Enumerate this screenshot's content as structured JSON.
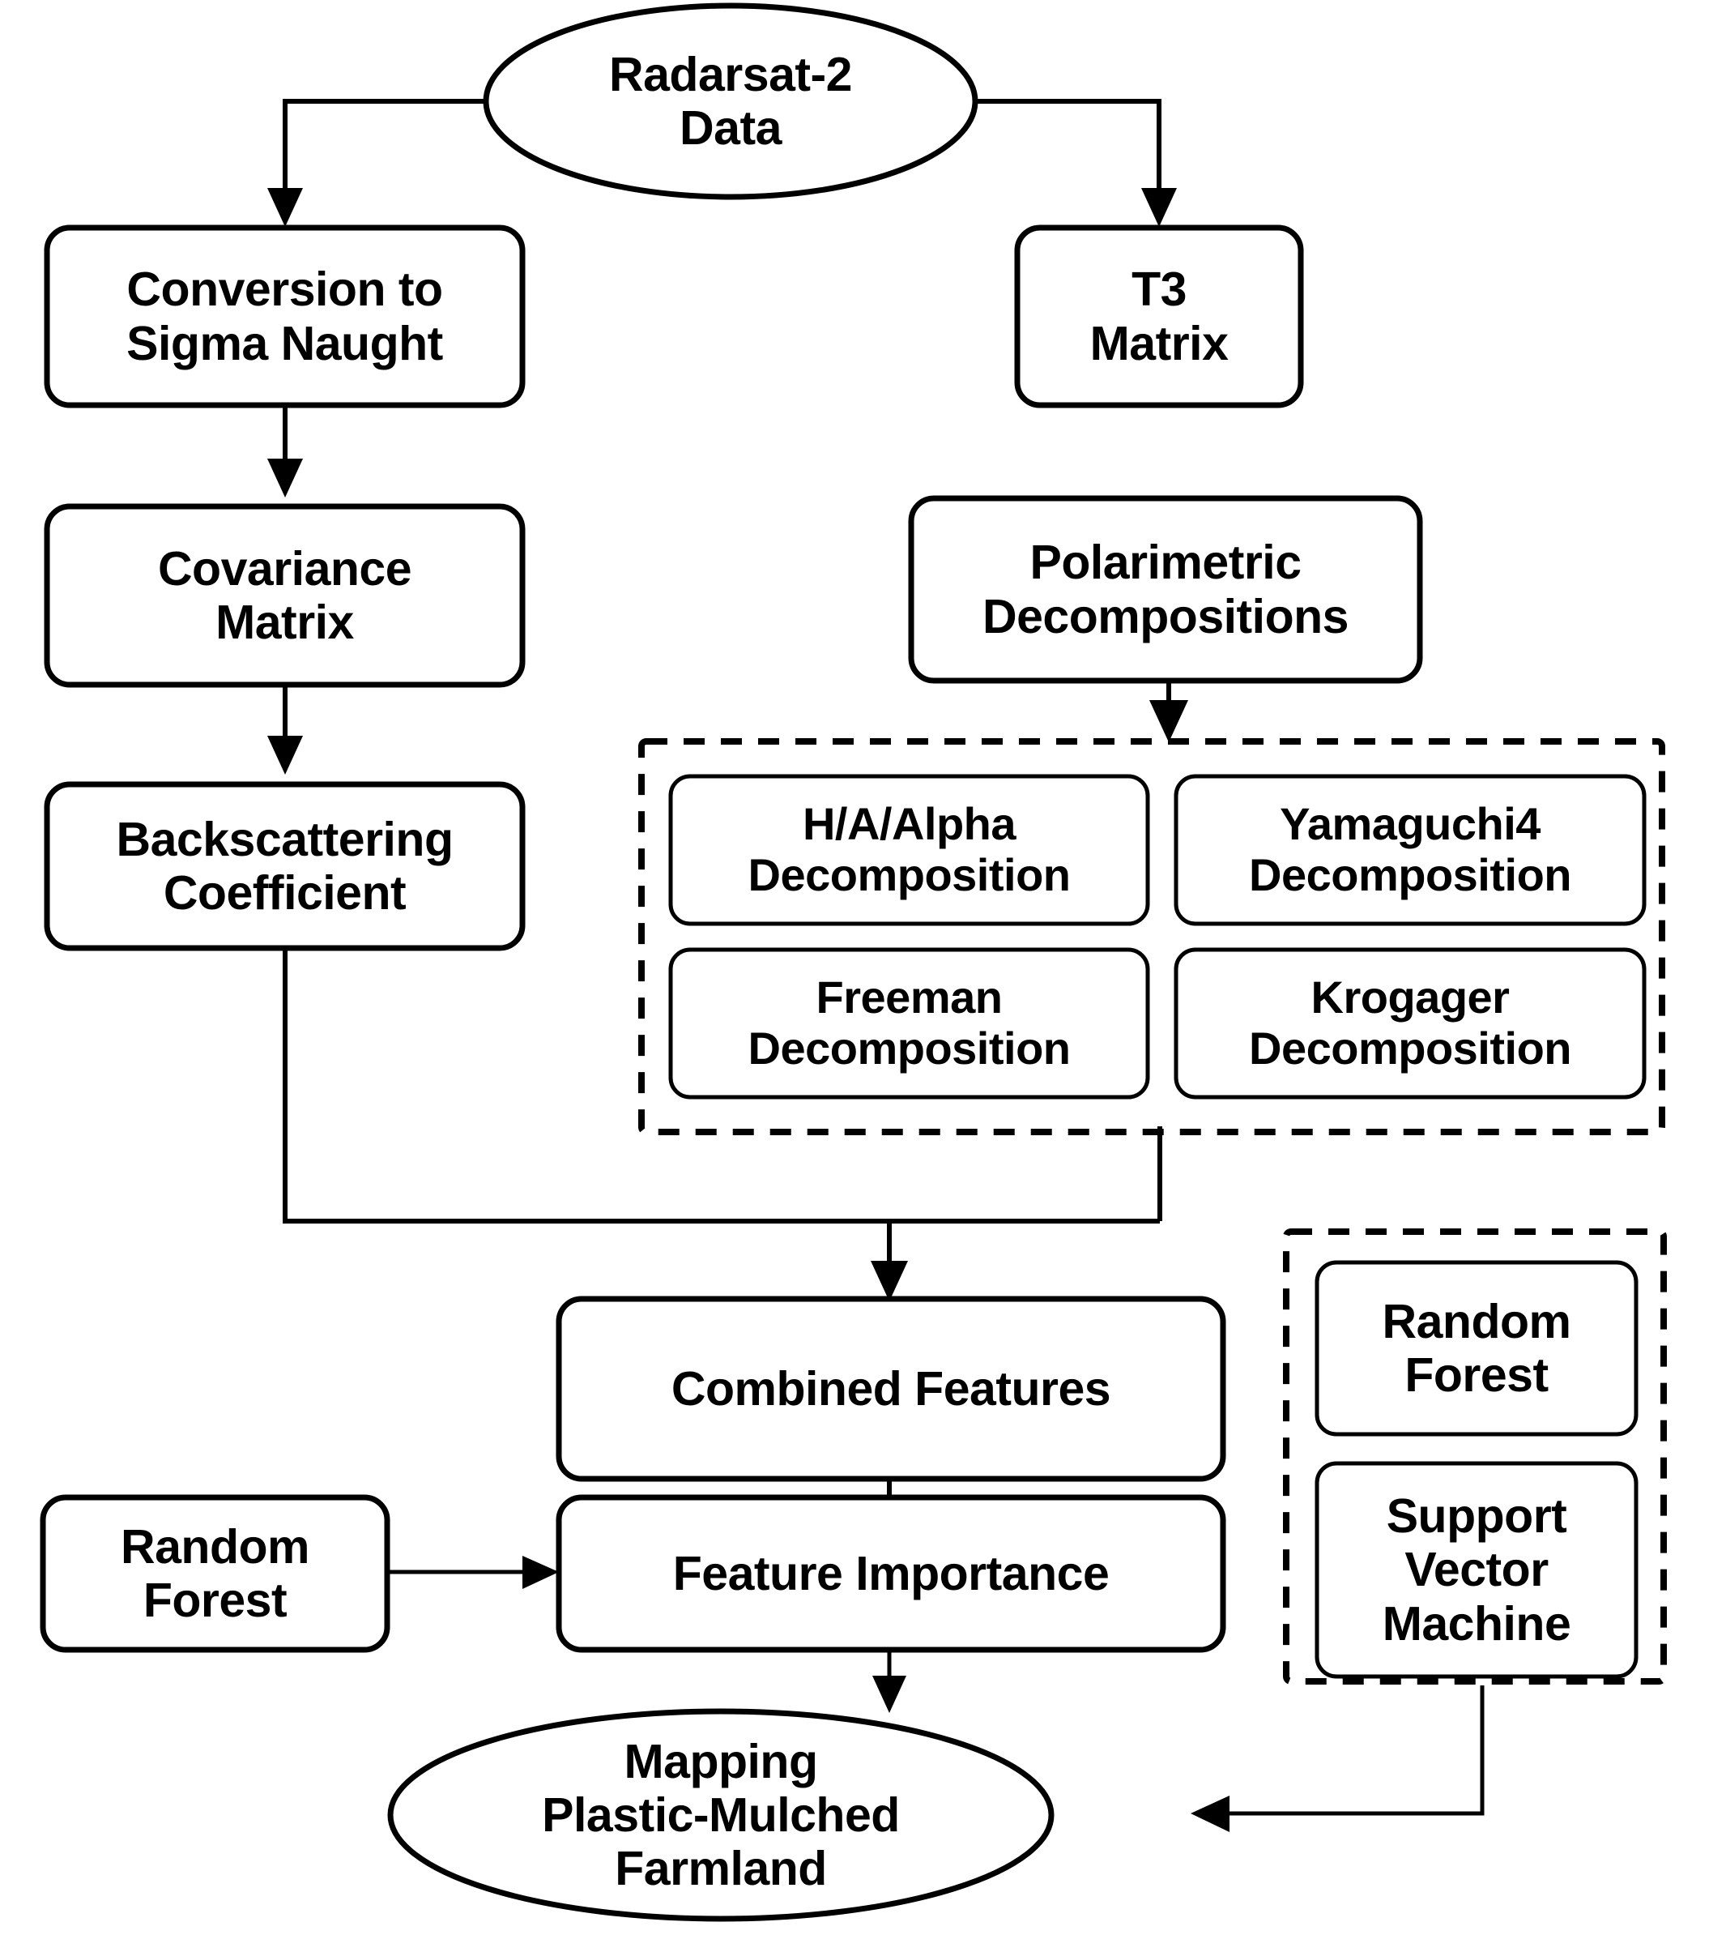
{
  "diagram": {
    "title": "Radarsat-2 plastic-mulched farmland mapping workflow",
    "accent_color": "#000000",
    "background_color": "#ffffff"
  },
  "nodes": {
    "source": {
      "label": "Radarsat-2\nData",
      "shape": "ellipse"
    },
    "sigma": {
      "label": "Conversion to\nSigma Naught",
      "shape": "rounded-rect"
    },
    "t3": {
      "label": "T3\nMatrix",
      "shape": "rounded-rect"
    },
    "covariance": {
      "label": "Covariance\nMatrix",
      "shape": "rounded-rect"
    },
    "polarimetric": {
      "label": "Polarimetric\nDecompositions",
      "shape": "rounded-rect"
    },
    "backscatter": {
      "label": "Backscattering\nCoefficient",
      "shape": "rounded-rect"
    },
    "combined": {
      "label": "Combined Features",
      "shape": "rounded-rect"
    },
    "random_forest_left": {
      "label": "Random\nForest",
      "shape": "rounded-rect"
    },
    "feature_importance": {
      "label": "Feature Importance",
      "shape": "rounded-rect"
    },
    "output": {
      "label": "Mapping\nPlastic-Mulched\nFarmland",
      "shape": "ellipse"
    }
  },
  "decomposition_group": {
    "style": "dashed",
    "items": [
      {
        "label": "H/A/Alpha\nDecomposition"
      },
      {
        "label": "Yamaguchi4\nDecomposition"
      },
      {
        "label": "Freeman\nDecomposition"
      },
      {
        "label": "Krogager\nDecomposition"
      }
    ]
  },
  "classifier_group": {
    "style": "dashed",
    "items": [
      {
        "label": "Random\nForest"
      },
      {
        "label": "Support\nVector\nMachine"
      }
    ]
  },
  "edges": [
    {
      "from": "source",
      "to": "sigma",
      "arrow": true
    },
    {
      "from": "source",
      "to": "t3",
      "arrow": true
    },
    {
      "from": "sigma",
      "to": "covariance",
      "arrow": true
    },
    {
      "from": "covariance",
      "to": "backscatter",
      "arrow": true
    },
    {
      "from": "polarimetric",
      "to": "decomposition_group",
      "arrow": true
    },
    {
      "from": "backscatter",
      "to": "combined",
      "arrow": true
    },
    {
      "from": "decomposition_group",
      "to": "combined",
      "arrow": true
    },
    {
      "from": "combined",
      "to": "feature_importance",
      "arrow": true
    },
    {
      "from": "random_forest_left",
      "to": "feature_importance",
      "arrow": true
    },
    {
      "from": "feature_importance",
      "to": "output",
      "arrow": true
    },
    {
      "from": "classifier_group",
      "to": "output",
      "arrow": true
    }
  ]
}
